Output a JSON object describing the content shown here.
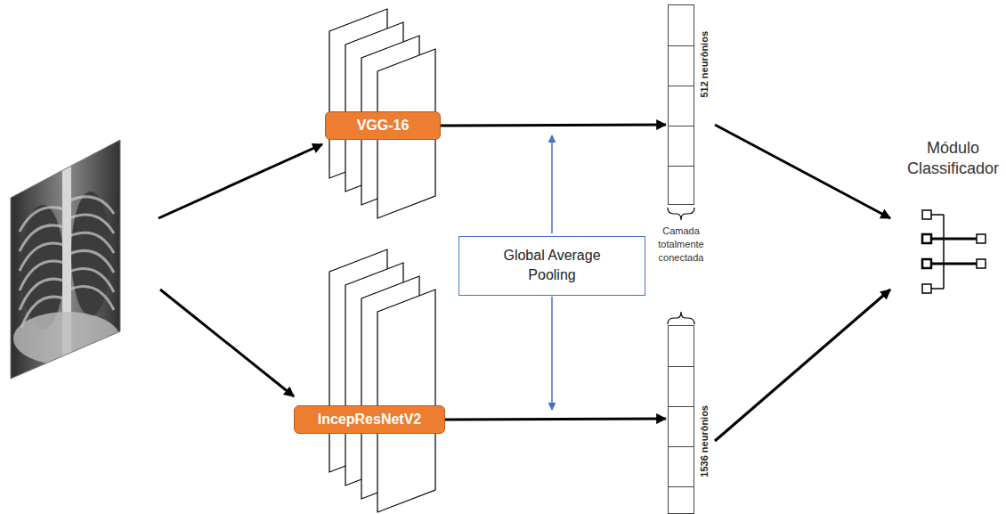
{
  "diagram": {
    "nodes": [
      {
        "text": [
          "VGG-16"
        ]
      },
      {
        "text": [
          "IncepResNetV2"
        ]
      },
      {
        "text": [
          "Global Average Pooling"
        ]
      },
      {
        "text": [
          "512 neurônios"
        ]
      },
      {
        "text": [
          "1536 neurônios"
        ]
      },
      {
        "text": [
          "Módulo Classificador"
        ]
      }
    ],
    "edges": [
      {
        "from": 0,
        "to": 3,
        "arrow": "to"
      },
      {
        "from": 1,
        "to": 4,
        "arrow": "to"
      },
      {
        "from": 3,
        "to": 5,
        "arrow": "to"
      },
      {
        "from": 4,
        "to": 5,
        "arrow": "to"
      }
    ],
    "labels": [
      "Camada totalmente conectada"
    ]
  }
}
